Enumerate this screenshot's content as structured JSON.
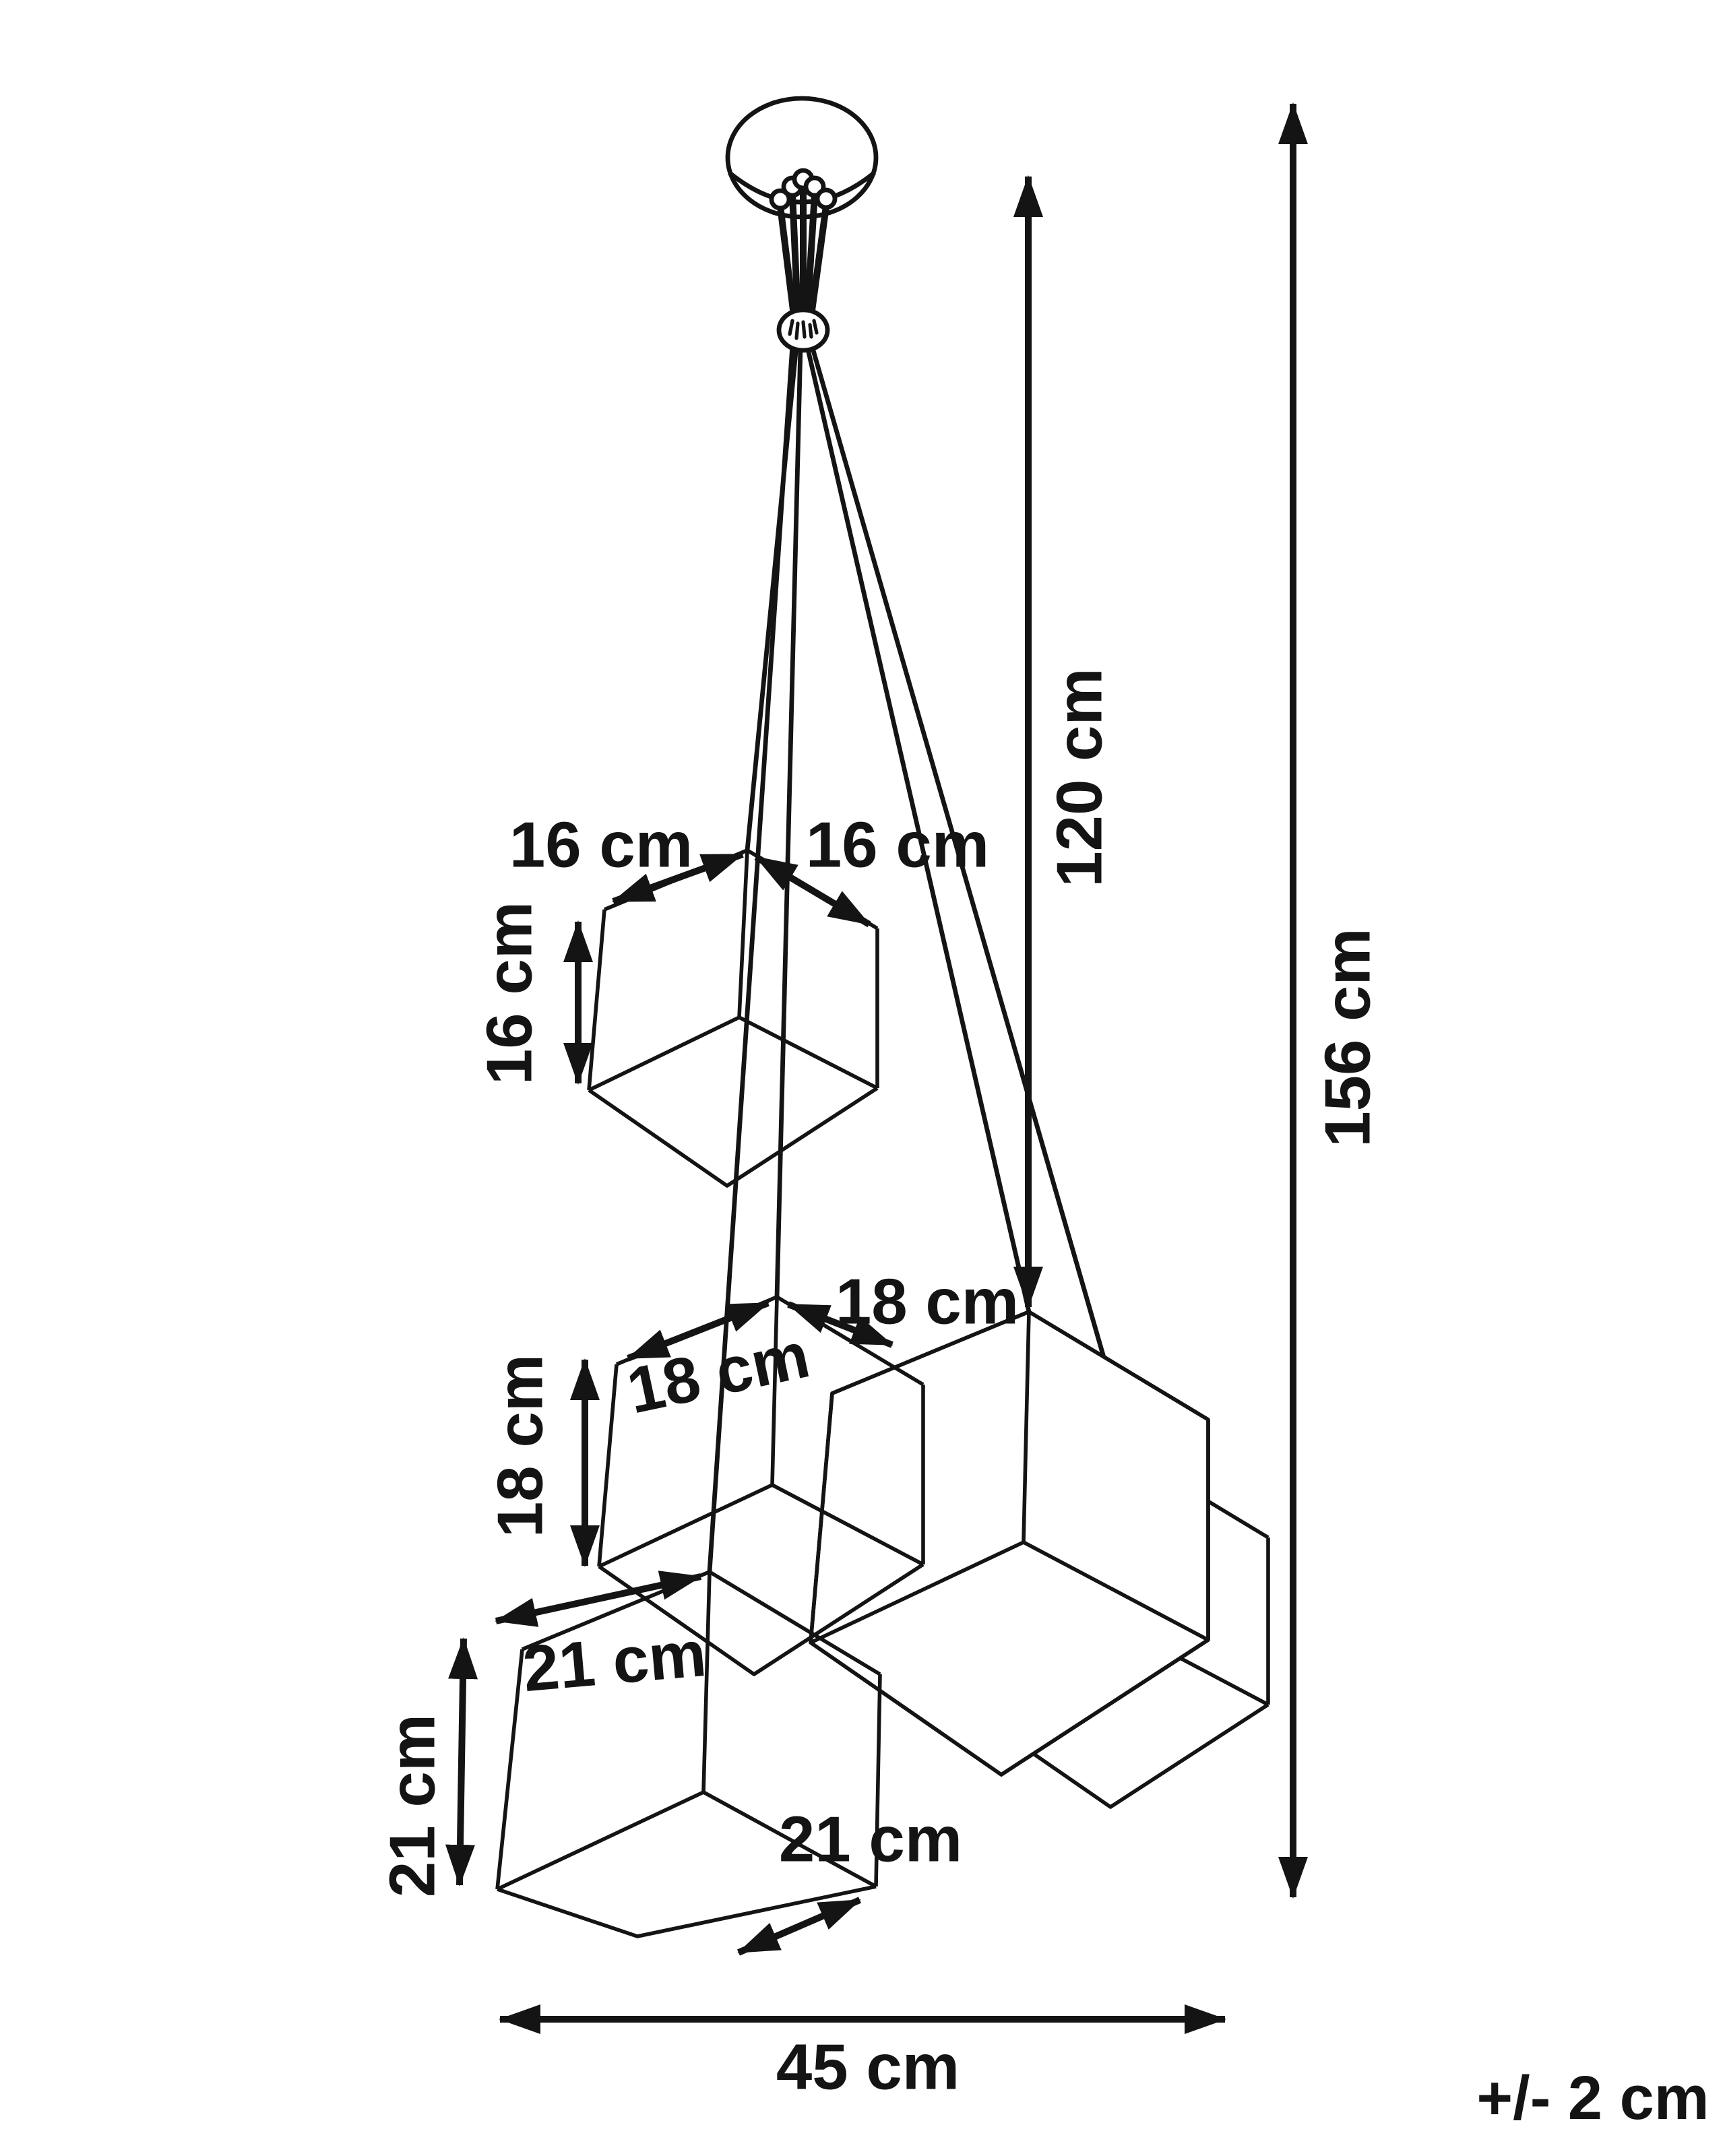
{
  "diagram": {
    "type": "product-dimension-diagram",
    "subject": "5-light cluster pendant lamp with cube shades",
    "background_color": "#ffffff",
    "line_color": "#141414",
    "labels": {
      "cube16_width_left": "16 cm",
      "cube16_width_right": "16 cm",
      "cube16_height": "16 cm",
      "cube18_width_left": "18 cm",
      "cube18_width_right": "18 cm",
      "cube18_height": "18 cm",
      "cube21_width_top": "21 cm",
      "cube21_height": "21 cm",
      "cube21_width_bottom": "21 cm",
      "drop_height": "120 cm",
      "total_height": "156 cm",
      "overall_width": "45 cm",
      "tolerance": "+/- 2 cm"
    }
  }
}
